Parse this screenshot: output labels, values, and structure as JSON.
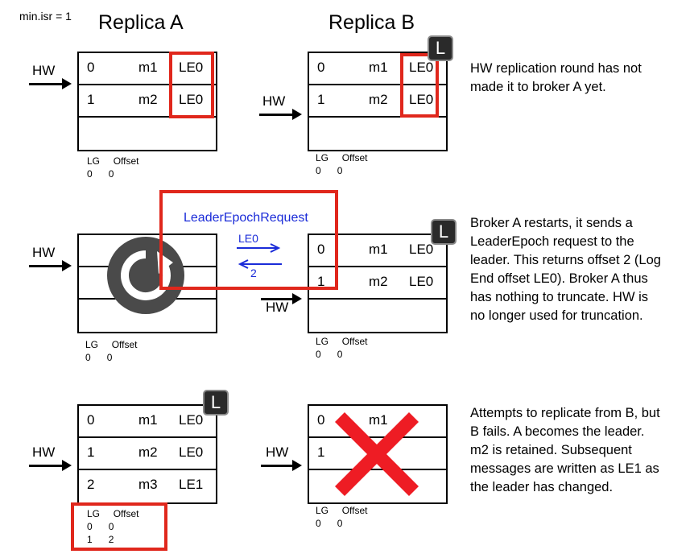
{
  "header": {
    "min_isr": "min.isr = 1",
    "replica_a": "Replica A",
    "replica_b": "Replica B"
  },
  "labels": {
    "hw": "HW",
    "lg": "LG",
    "offset": "Offset",
    "leader": "L"
  },
  "row1": {
    "a": {
      "rows": [
        [
          "0",
          "m1",
          "LE0"
        ],
        [
          "1",
          "m2",
          "LE0"
        ],
        [
          "",
          "",
          ""
        ]
      ],
      "lg_offset": [
        [
          "0",
          "0"
        ]
      ]
    },
    "b": {
      "rows": [
        [
          "0",
          "m1",
          "LE0"
        ],
        [
          "1",
          "m2",
          "LE0"
        ],
        [
          "",
          "",
          ""
        ]
      ],
      "lg_offset": [
        [
          "0",
          "0"
        ]
      ]
    },
    "description": "HW replication round has not made it to broker A yet."
  },
  "row2": {
    "request_label": "LeaderEpochRequest",
    "request_arrow_label": "LE0",
    "response_arrow_label": "2",
    "a": {
      "lg_offset": [
        [
          "0",
          "0"
        ]
      ]
    },
    "b": {
      "rows": [
        [
          "0",
          "m1",
          "LE0"
        ],
        [
          "1",
          "m2",
          "LE0"
        ],
        [
          "",
          "",
          ""
        ]
      ],
      "lg_offset": [
        [
          "0",
          "0"
        ]
      ]
    },
    "description": "Broker A restarts, it sends a LeaderEpoch request to the leader. This returns offset 2 (Log End offset LE0). Broker A thus has nothing to truncate.  HW is no longer used for truncation."
  },
  "row3": {
    "a": {
      "rows": [
        [
          "0",
          "m1",
          "LE0"
        ],
        [
          "1",
          "m2",
          "LE0"
        ],
        [
          "2",
          "m3",
          "LE1"
        ]
      ],
      "lg_offset": [
        [
          "0",
          "0"
        ],
        [
          "1",
          "2"
        ]
      ]
    },
    "b": {
      "rows": [
        [
          "0",
          "m1",
          ""
        ],
        [
          "1",
          "",
          ""
        ],
        [
          "",
          "",
          ""
        ]
      ],
      "lg_offset": [
        [
          "0",
          "0"
        ]
      ]
    },
    "description": "Attempts to replicate from B, but B fails. A becomes the leader. m2 is retained. Subsequent messages are written as LE1 as the leader has changed."
  },
  "colors": {
    "highlight": "#e0271c",
    "request": "#1a2bd8",
    "restart_icon": "#4a4a4a",
    "failure": "#ee1c24"
  }
}
